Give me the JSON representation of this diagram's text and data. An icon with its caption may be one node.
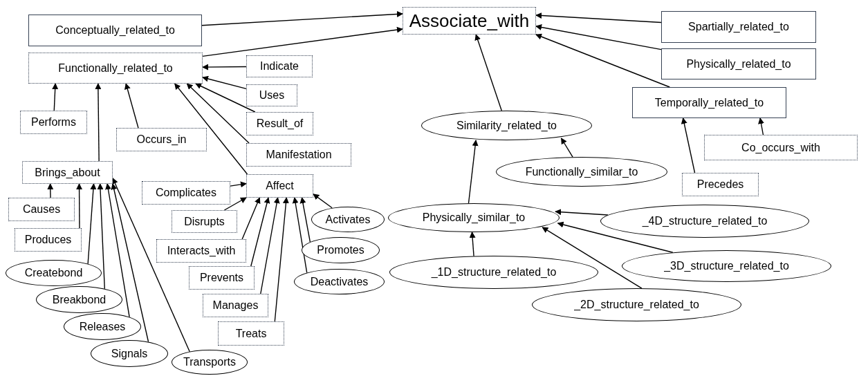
{
  "diagram": {
    "nodes": [
      {
        "text": [
          "Associate_with"
        ]
      },
      {
        "text": [
          "Conceptually_related_to"
        ]
      },
      {
        "text": [
          "Functionally_related_to"
        ]
      },
      {
        "text": [
          "Indicate"
        ]
      },
      {
        "text": [
          "Uses"
        ]
      },
      {
        "text": [
          "Result_of"
        ]
      },
      {
        "text": [
          "Performs"
        ]
      },
      {
        "text": [
          "Occurs_in"
        ]
      },
      {
        "text": [
          "Manifestation"
        ]
      },
      {
        "text": [
          "Spartially_related_to"
        ]
      },
      {
        "text": [
          "Physically_related_to"
        ]
      },
      {
        "text": [
          "Temporally_related_to"
        ]
      },
      {
        "text": [
          "Similarity_related_to"
        ]
      },
      {
        "text": [
          "Co_occurs_with"
        ]
      },
      {
        "text": [
          "Functionally_similar_to"
        ]
      },
      {
        "text": [
          "Brings_about"
        ]
      },
      {
        "text": [
          "Complicates"
        ]
      },
      {
        "text": [
          "Affect"
        ]
      },
      {
        "text": [
          "Precedes"
        ]
      },
      {
        "text": [
          "Disrupts"
        ]
      },
      {
        "text": [
          "Activates"
        ]
      },
      {
        "text": [
          "Physically_similar_to"
        ]
      },
      {
        "text": [
          "_4D_structure_related_to"
        ]
      },
      {
        "text": [
          "Interacts_with"
        ]
      },
      {
        "text": [
          "Promotes"
        ]
      },
      {
        "text": [
          "Createbond"
        ]
      },
      {
        "text": [
          "Prevents"
        ]
      },
      {
        "text": [
          "Deactivates"
        ]
      },
      {
        "text": [
          "_3D_structure_related_to"
        ]
      },
      {
        "text": [
          "_1D_structure_related_to"
        ]
      },
      {
        "text": [
          "Breakbond"
        ]
      },
      {
        "text": [
          "Manages"
        ]
      },
      {
        "text": [
          "_2D_structure_related_to"
        ]
      },
      {
        "text": [
          "Releases"
        ]
      },
      {
        "text": [
          "Treats"
        ]
      },
      {
        "text": [
          "Signals"
        ]
      },
      {
        "text": [
          "Transports"
        ]
      },
      {
        "text": [
          "Causes"
        ]
      },
      {
        "text": [
          "Produces"
        ]
      }
    ],
    "edges": [
      {
        "from": 1,
        "to": 0,
        "arrow": "to"
      },
      {
        "from": 2,
        "to": 0,
        "arrow": "to"
      },
      {
        "from": 9,
        "to": 0,
        "arrow": "to"
      },
      {
        "from": 10,
        "to": 0,
        "arrow": "to"
      },
      {
        "from": 11,
        "to": 0,
        "arrow": "to"
      },
      {
        "from": 12,
        "to": 0,
        "arrow": "to"
      },
      {
        "from": 3,
        "to": 2,
        "arrow": "to"
      },
      {
        "from": 4,
        "to": 2,
        "arrow": "to"
      },
      {
        "from": 5,
        "to": 2,
        "arrow": "to"
      },
      {
        "from": 8,
        "to": 2,
        "arrow": "to"
      },
      {
        "from": 17,
        "to": 2,
        "arrow": "to"
      },
      {
        "from": 6,
        "to": 2,
        "arrow": "to"
      },
      {
        "from": 15,
        "to": 2,
        "arrow": "to"
      },
      {
        "from": 7,
        "to": 2,
        "arrow": "to"
      },
      {
        "from": 14,
        "to": 12,
        "arrow": "to"
      },
      {
        "from": 21,
        "to": 12,
        "arrow": "to"
      },
      {
        "from": 18,
        "to": 11,
        "arrow": "to"
      },
      {
        "from": 13,
        "to": 11,
        "arrow": "to"
      },
      {
        "from": 22,
        "to": 21,
        "arrow": "to"
      },
      {
        "from": 28,
        "to": 21,
        "arrow": "to"
      },
      {
        "from": 32,
        "to": 21,
        "arrow": "to"
      },
      {
        "from": 29,
        "to": 21,
        "arrow": "to"
      },
      {
        "from": 16,
        "to": 17,
        "arrow": "to"
      },
      {
        "from": 19,
        "to": 17,
        "arrow": "to"
      },
      {
        "from": 23,
        "to": 17,
        "arrow": "to"
      },
      {
        "from": 26,
        "to": 17,
        "arrow": "to"
      },
      {
        "from": 31,
        "to": 17,
        "arrow": "to"
      },
      {
        "from": 34,
        "to": 17,
        "arrow": "to"
      },
      {
        "from": 27,
        "to": 17,
        "arrow": "to"
      },
      {
        "from": 24,
        "to": 17,
        "arrow": "to"
      },
      {
        "from": 20,
        "to": 17,
        "arrow": "to"
      },
      {
        "from": 37,
        "to": 15,
        "arrow": "to"
      },
      {
        "from": 38,
        "to": 15,
        "arrow": "to"
      },
      {
        "from": 25,
        "to": 15,
        "arrow": "to"
      },
      {
        "from": 30,
        "to": 15,
        "arrow": "to"
      },
      {
        "from": 33,
        "to": 15,
        "arrow": "to"
      },
      {
        "from": 35,
        "to": 15,
        "arrow": "to"
      },
      {
        "from": 36,
        "to": 15,
        "arrow": "to"
      }
    ]
  }
}
